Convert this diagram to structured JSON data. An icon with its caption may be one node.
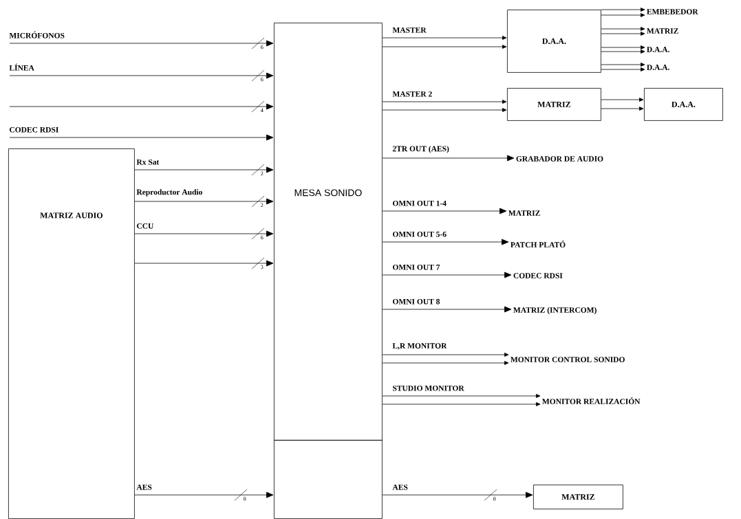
{
  "diagram": {
    "nodes": [
      {
        "text": [
          "MESA SONIDO"
        ]
      },
      {
        "text": [],
        "shape": "box"
      },
      {
        "text": [
          "MATRIZ AUDIO"
        ]
      },
      {
        "text": [
          "D.A.A."
        ]
      },
      {
        "text": [
          "EMBEBEDOR"
        ]
      },
      {
        "text": [
          "MATRIZ"
        ]
      },
      {
        "text": [
          "D.A.A."
        ]
      },
      {
        "text": [
          "D.A.A."
        ]
      },
      {
        "text": [
          "MATRIZ"
        ]
      },
      {
        "text": [
          "D.A.A."
        ]
      },
      {
        "text": [
          "GRABADOR DE AUDIO"
        ]
      },
      {
        "text": [
          "MATRIZ"
        ]
      },
      {
        "text": [
          "PATCH PLATÓ"
        ]
      },
      {
        "text": [
          "CODEC RDSI"
        ]
      },
      {
        "text": [
          "MATRIZ (INTERCOM)"
        ]
      },
      {
        "text": [
          "MONITOR CONTROL SONIDO"
        ]
      },
      {
        "text": [
          "MONITOR REALIZACIÓN"
        ]
      },
      {
        "text": [
          "MATRIZ"
        ]
      }
    ],
    "edges": [
      {
        "from": null,
        "to": 0,
        "arrow": "to",
        "label": "MICRÓFONOS"
      },
      {
        "from": null,
        "to": 0,
        "arrow": "to",
        "label": "LÍNEA"
      },
      {
        "from": null,
        "to": 0,
        "arrow": "to"
      },
      {
        "from": null,
        "to": 0,
        "arrow": "to",
        "label": "CODEC RDSI"
      },
      {
        "from": 2,
        "to": 0,
        "arrow": "to",
        "label": "Rx Sat"
      },
      {
        "from": 2,
        "to": 0,
        "arrow": "to",
        "label": "Reproductor Audio"
      },
      {
        "from": 2,
        "to": 0,
        "arrow": "to",
        "label": "CCU"
      },
      {
        "from": 2,
        "to": 0,
        "arrow": "to"
      },
      {
        "from": 2,
        "to": 1,
        "arrow": "to",
        "label": "AES"
      },
      {
        "from": 0,
        "to": 3,
        "arrow": "to",
        "label": "MASTER"
      },
      {
        "from": 0,
        "to": 3,
        "arrow": "to"
      },
      {
        "from": 0,
        "to": 8,
        "arrow": "to",
        "label": "MASTER 2"
      },
      {
        "from": 0,
        "to": 8,
        "arrow": "to"
      },
      {
        "from": 0,
        "to": 10,
        "arrow": "to",
        "label": "2TR OUT (AES)"
      },
      {
        "from": 0,
        "to": 11,
        "arrow": "to",
        "label": "OMNI OUT 1-4"
      },
      {
        "from": 0,
        "to": 12,
        "arrow": "to",
        "label": "OMNI OUT 5-6"
      },
      {
        "from": 0,
        "to": 13,
        "arrow": "to",
        "label": "OMNI OUT 7"
      },
      {
        "from": 0,
        "to": 14,
        "arrow": "to",
        "label": "OMNI OUT 8"
      },
      {
        "from": 0,
        "to": 15,
        "arrow": "to",
        "label": "L,R MONITOR"
      },
      {
        "from": 0,
        "to": 15,
        "arrow": "to"
      },
      {
        "from": 0,
        "to": 16,
        "arrow": "to",
        "label": "STUDIO MONITOR"
      },
      {
        "from": 0,
        "to": 16,
        "arrow": "to"
      },
      {
        "from": 3,
        "to": 4,
        "arrow": "to"
      },
      {
        "from": 3,
        "to": 4,
        "arrow": "to"
      },
      {
        "from": 3,
        "to": 5,
        "arrow": "to"
      },
      {
        "from": 3,
        "to": 5,
        "arrow": "to"
      },
      {
        "from": 3,
        "to": 6,
        "arrow": "to"
      },
      {
        "from": 3,
        "to": 6,
        "arrow": "to"
      },
      {
        "from": 3,
        "to": 7,
        "arrow": "to"
      },
      {
        "from": 3,
        "to": 7,
        "arrow": "to"
      },
      {
        "from": 8,
        "to": 9,
        "arrow": "to"
      },
      {
        "from": 8,
        "to": 9,
        "arrow": "to"
      },
      {
        "from": 1,
        "to": 17,
        "arrow": "to",
        "label": "AES"
      }
    ],
    "labels": [
      "6",
      "6",
      "4",
      "2",
      "2",
      "6",
      "3",
      "8",
      "8"
    ]
  }
}
